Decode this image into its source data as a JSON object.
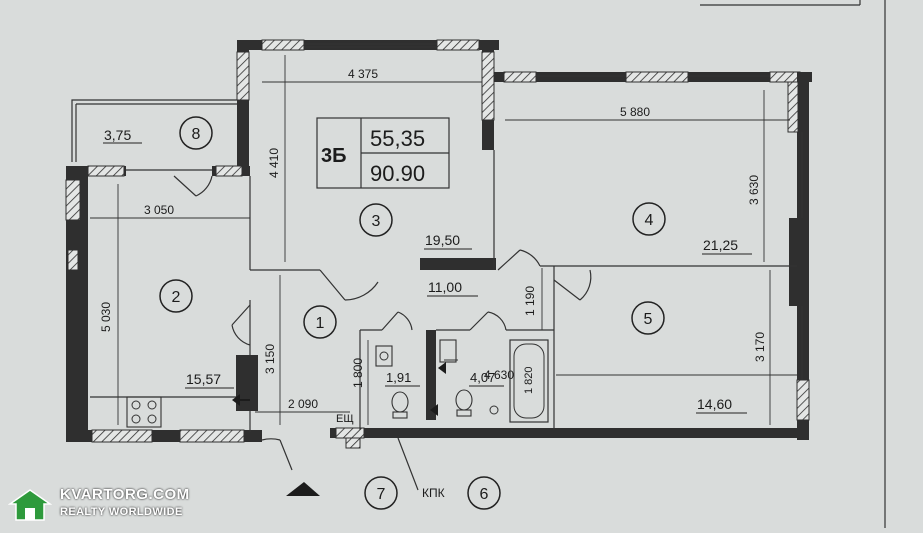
{
  "apartment": {
    "rooms_count": "3Б",
    "living_area": "55,35",
    "total_area": "90.90"
  },
  "rooms": [
    {
      "number": "1",
      "area": "11,00"
    },
    {
      "number": "2",
      "area": "15,57"
    },
    {
      "number": "3",
      "area": "19,50"
    },
    {
      "number": "4",
      "area": "21,25"
    },
    {
      "number": "5",
      "area": "14,60"
    },
    {
      "number": "6",
      "area": "4,07"
    },
    {
      "number": "7",
      "area": "1,91"
    },
    {
      "number": "8",
      "area": "3,75"
    }
  ],
  "dimensions": {
    "d4375": "4 375",
    "d5880": "5 880",
    "d4410": "4 410",
    "d3630": "3 630",
    "d3050": "3 050",
    "d5030": "5 030",
    "d3150": "3 150",
    "d1190": "1 190",
    "d3170": "3 170",
    "d4630": "4 630",
    "d1800": "1 800",
    "d1820": "1 820",
    "d2090": "2 090"
  },
  "labels": {
    "electric_panel": "ЕЩ",
    "kpk": "КПК"
  },
  "watermark": {
    "title": "KVARTORG.COM",
    "subtitle": "REALTY WORLDWIDE"
  },
  "colors": {
    "paper": "#d9dcdb",
    "wall": "#2f2f2f",
    "watermark_green": "#2e9a3c"
  }
}
